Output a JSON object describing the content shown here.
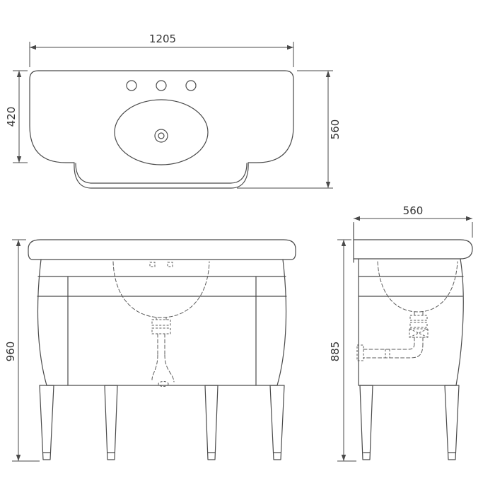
{
  "dimensions": {
    "top_width": "1205",
    "top_basin_depth": "420",
    "top_total_depth": "560",
    "side_depth": "560",
    "front_height": "960",
    "side_height": "885"
  },
  "colors": {
    "line": "#4a4a4a",
    "background": "#ffffff"
  }
}
